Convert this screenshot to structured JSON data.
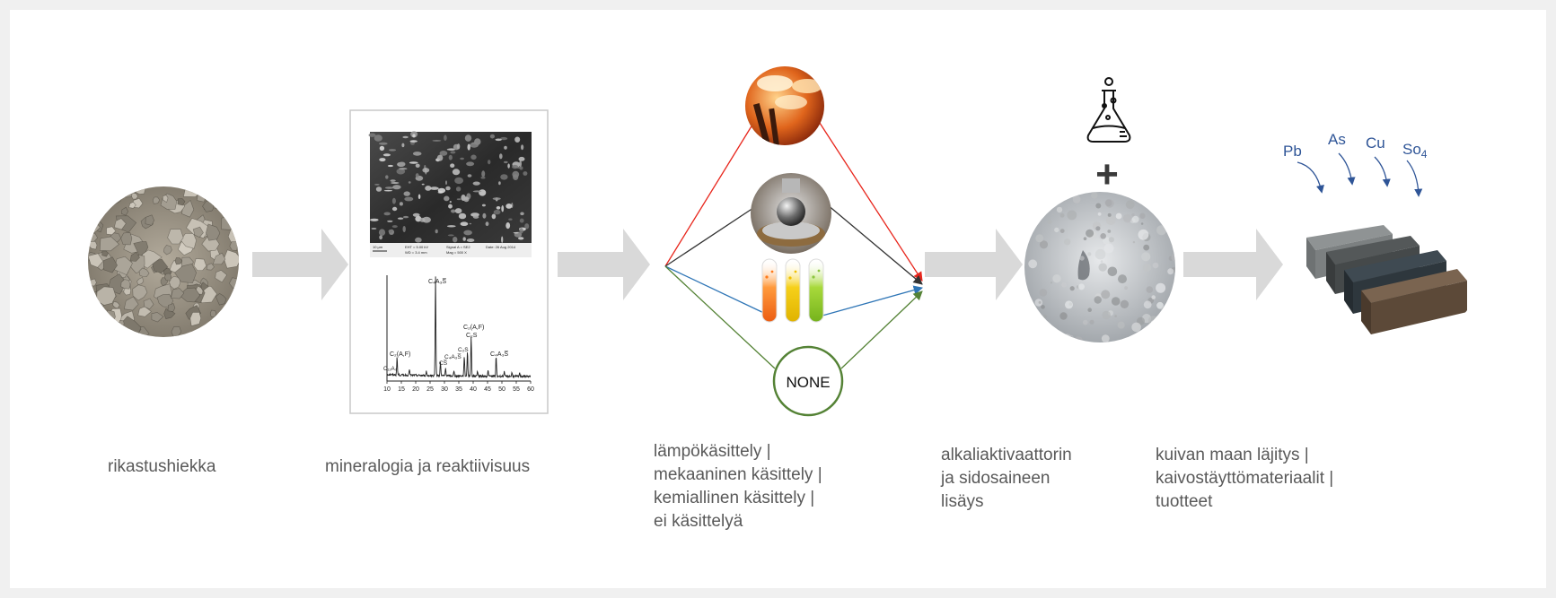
{
  "steps": [
    {
      "label_lines": [
        "rikastushiekka"
      ]
    },
    {
      "label_lines": [
        "mineralogia ja reaktiivisuus"
      ]
    },
    {
      "label_lines": [
        "lämpökäsittely |",
        "mekaaninen käsittely |",
        "kemiallinen käsittely |",
        "ei käsittelyä"
      ]
    },
    {
      "label_lines": [
        "alkaliaktivaattorin",
        "ja sidosaineen",
        "lisäys"
      ]
    },
    {
      "label_lines": [
        "kuivan maan läjitys |",
        "kaivostäyttömateriaalit |",
        "tuotteet"
      ]
    }
  ],
  "treatment": {
    "none_label": "NONE",
    "path_colors": {
      "heat": "#e8261c",
      "mechanical": "#333333",
      "chemical": "#2e75b6",
      "none": "#548235"
    }
  },
  "xrd": {
    "x_ticks": [
      "10",
      "15",
      "20",
      "25",
      "30",
      "35",
      "40",
      "45",
      "50",
      "55",
      "60"
    ],
    "peak_labels": {
      "c2af_left": "C₂(A,F)",
      "c12a7": "C₁₂A₇",
      "c4a3s_top": "C₄A₃S̅",
      "cs": "CS̅",
      "c4a3s_mid": "C₄A₃S̅",
      "c2s_low": "C₂S",
      "c2af_right": "C₂(A,F)",
      "c2s_high": "C₂S",
      "c4a3s_right": "C₄A₃S̅"
    },
    "sem_info": [
      "10 μm",
      "EHT = 5.00 kV",
      "WD = 3.4 mm",
      "Signal A = SE2",
      "Mag = 500 X",
      "Date: 26 Aug 2014"
    ]
  },
  "contaminants": {
    "pb": "Pb",
    "as": "As",
    "cu": "Cu",
    "so4_base": "So",
    "so4_sub": "4",
    "color": "#2f5597"
  },
  "plus_sign": "+"
}
